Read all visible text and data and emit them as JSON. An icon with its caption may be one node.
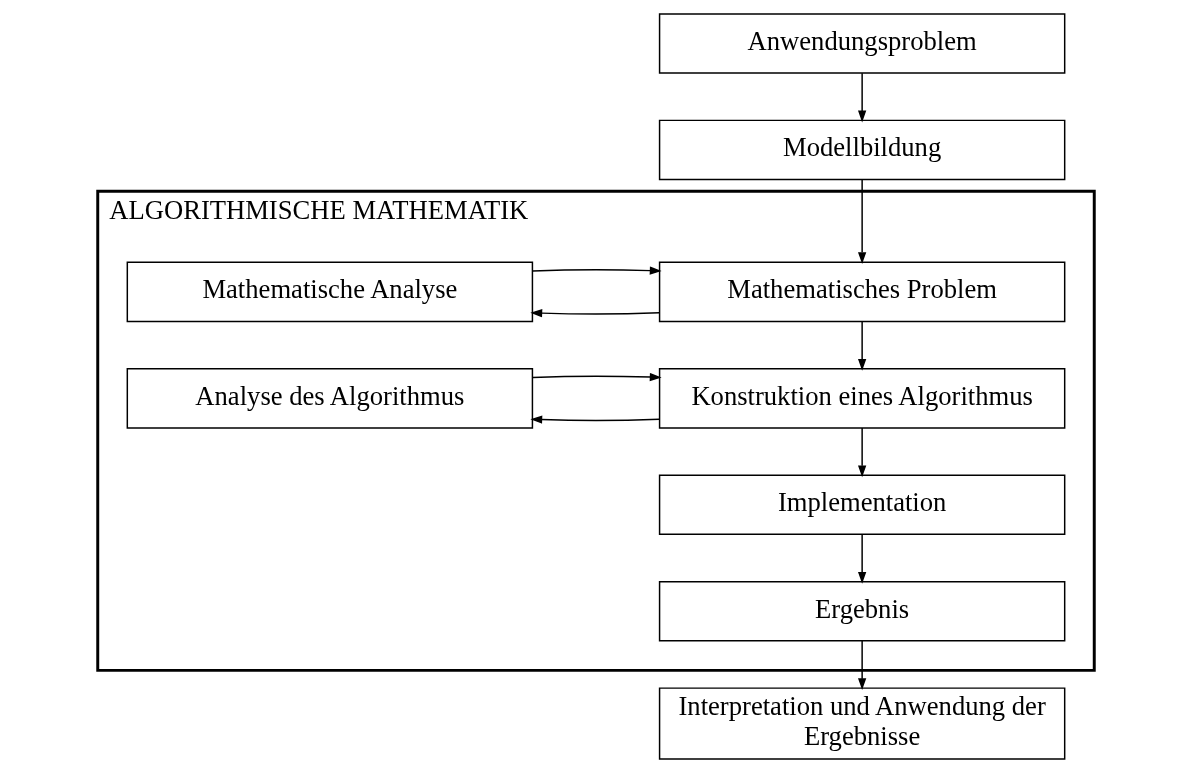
{
  "diagram": {
    "nodes": [
      {
        "text": [
          "Anwendungsproblem"
        ]
      },
      {
        "text": [
          "Modellbildung"
        ]
      },
      {
        "text": [
          "ALGORITHMISCHE MATHEMATIK"
        ]
      },
      {
        "text": [
          "Mathematisches Problem"
        ],
        "in": 2
      },
      {
        "text": [
          "Mathematische Analyse"
        ],
        "in": 2
      },
      {
        "text": [
          "Konstruktion eines Algorithmus"
        ],
        "in": 2
      },
      {
        "text": [
          "Analyse des Algorithmus"
        ],
        "in": 2
      },
      {
        "text": [
          "Implementation"
        ],
        "in": 2
      },
      {
        "text": [
          "Ergebnis"
        ],
        "in": 2
      },
      {
        "text": [
          "Interpretation und Anwendung der Ergebnisse"
        ]
      }
    ],
    "edges": [
      {
        "from": 0,
        "to": 1,
        "arrow": "to"
      },
      {
        "from": 1,
        "to": 3,
        "arrow": "to"
      },
      {
        "from": 3,
        "to": 4,
        "arrow": "to"
      },
      {
        "from": 4,
        "to": 3,
        "arrow": "to"
      },
      {
        "from": 3,
        "to": 5,
        "arrow": "to"
      },
      {
        "from": 5,
        "to": 6,
        "arrow": "to"
      },
      {
        "from": 6,
        "to": 5,
        "arrow": "to"
      },
      {
        "from": 5,
        "to": 7,
        "arrow": "to"
      },
      {
        "from": 7,
        "to": 8,
        "arrow": "to"
      },
      {
        "from": 8,
        "to": 9,
        "arrow": "to"
      }
    ]
  }
}
